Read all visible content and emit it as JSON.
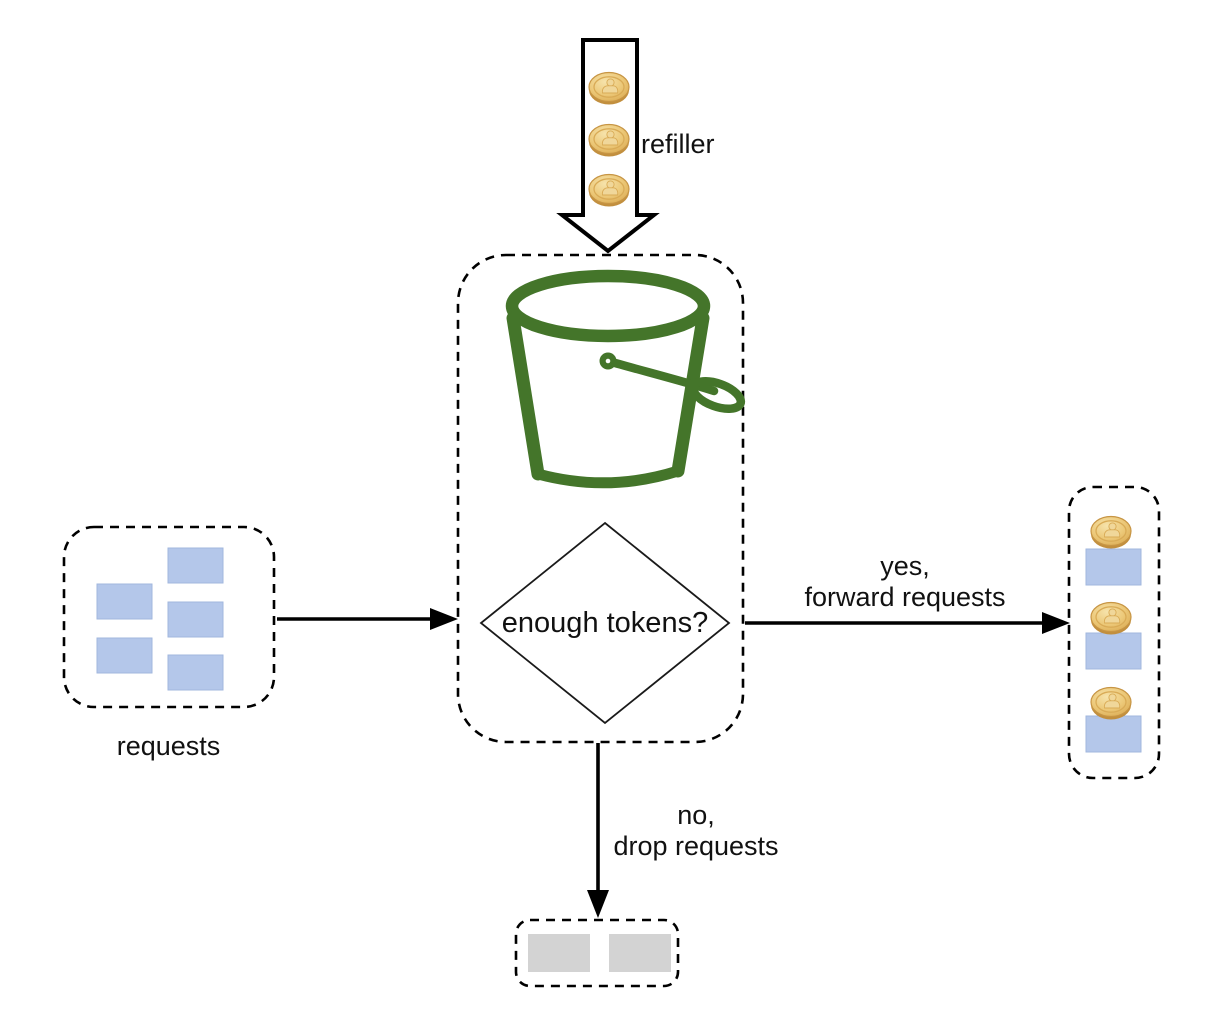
{
  "labels": {
    "refiller": "refiller",
    "requests": "requests",
    "decision": "enough tokens?",
    "yes_line1": "yes,",
    "yes_line2": "forward requests",
    "no_line1": "no,",
    "no_line2": "drop requests"
  },
  "counts": {
    "refiller_coins": 3,
    "incoming_requests": 5,
    "forwarded_token_request_pairs": 3,
    "dropped_requests": 2
  },
  "colors": {
    "background": "#ffffff",
    "outline_black": "#000000",
    "bucket_green": "#44752a",
    "coin_gold": "#ecc878",
    "coin_gold_dark": "#c28f3e",
    "coin_gold_light": "#f0d79a",
    "request_blue": "#b4c7ea",
    "dropped_gray": "#d3d3d3"
  }
}
